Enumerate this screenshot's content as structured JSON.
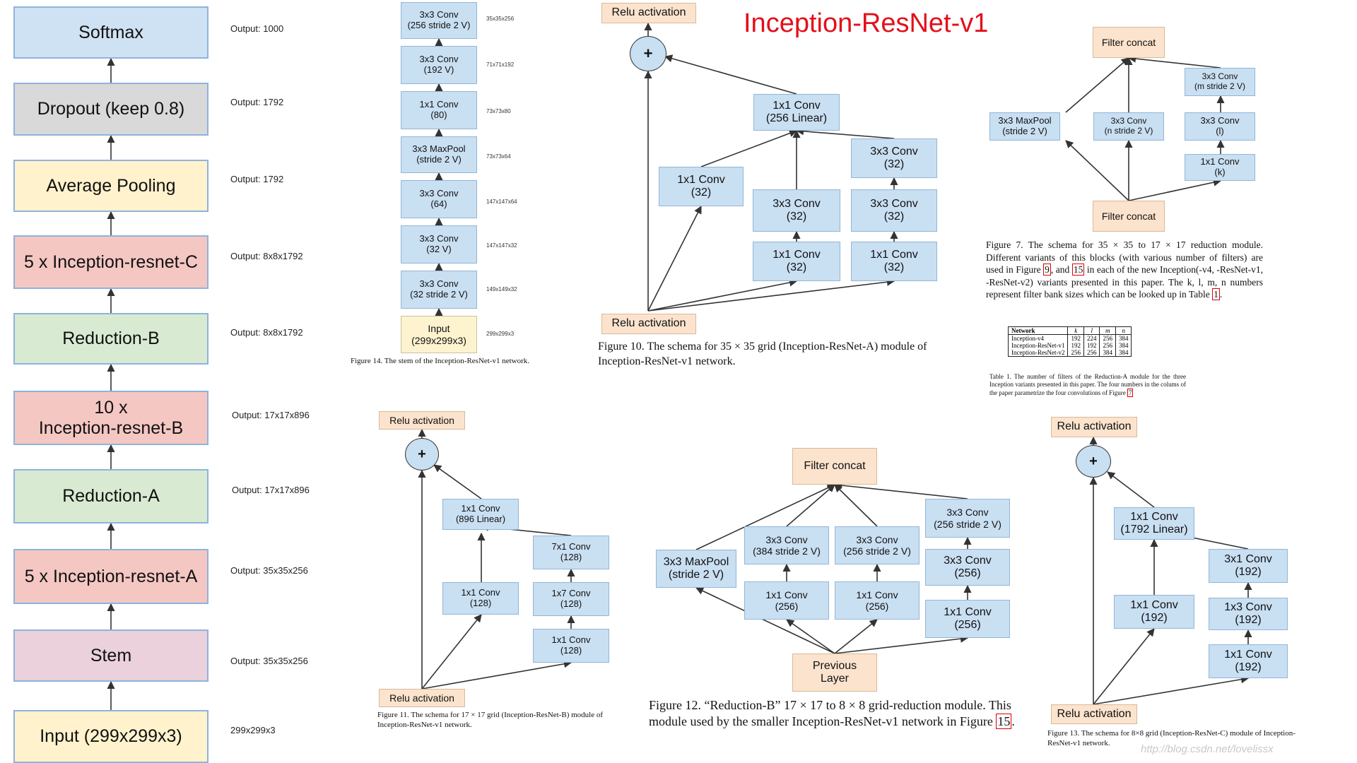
{
  "title": "Inception-ResNet-v1",
  "watermark": "http://blog.csdn.net/lovelissx",
  "colors": {
    "title": "#e3101a",
    "box_blue": "#c9dff2",
    "box_peach": "#fbe3cd",
    "box_cream": "#fdf3cf"
  },
  "overview": {
    "blocks": [
      {
        "label": "Softmax",
        "output": "Output: 1000",
        "color": "#cfe2f3"
      },
      {
        "label": "Dropout (keep 0.8)",
        "output": "Output: 1792",
        "color": "#d9d9d9"
      },
      {
        "label": "Average Pooling",
        "output": "Output: 1792",
        "color": "#fff2cc"
      },
      {
        "label": "5 x Inception-resnet-C",
        "output": "Output: 8x8x1792",
        "color": "#f4c7c3"
      },
      {
        "label": "Reduction-B",
        "output": "Output: 8x8x1792",
        "color": "#d9ead3"
      },
      {
        "label": "10 x\nInception-resnet-B",
        "output": "Output: 17x17x896",
        "color": "#f4c7c3"
      },
      {
        "label": "Reduction-A",
        "output": "Output: 17x17x896",
        "color": "#d9ead3"
      },
      {
        "label": "5 x Inception-resnet-A",
        "output": "Output: 35x35x256",
        "color": "#f4c7c3"
      },
      {
        "label": "Stem",
        "output": "Output: 35x35x256",
        "color": "#ead1dc"
      },
      {
        "label": "Input (299x299x3)",
        "output": "299x299x3",
        "color": "#fff2cc"
      }
    ]
  },
  "stem": {
    "blocks": [
      {
        "label": "3x3 Conv\n(256 stride 2 V)",
        "size": "35x35x256"
      },
      {
        "label": "3x3 Conv\n(192 V)",
        "size": "71x71x192"
      },
      {
        "label": "1x1 Conv\n(80)",
        "size": "73x73x80"
      },
      {
        "label": "3x3 MaxPool\n(stride 2 V)",
        "size": "73x73x64"
      },
      {
        "label": "3x3 Conv\n(64)",
        "size": "147x147x64"
      },
      {
        "label": "3x3 Conv\n(32 V)",
        "size": "147x147x32"
      },
      {
        "label": "3x3 Conv\n(32 stride 2 V)",
        "size": "149x149x32"
      },
      {
        "label": "Input\n(299x299x3)",
        "size": "299x299x3"
      }
    ],
    "caption": "Figure 14. The stem of the Inception-ResNet-v1 network."
  },
  "fig10": {
    "relu_top": "Relu activation",
    "plus": "+",
    "linear": "1x1 Conv\n(256 Linear)",
    "b1": "1x1 Conv\n(32)",
    "b2a": "3x3 Conv\n(32)",
    "b2b": "1x1 Conv\n(32)",
    "b3a": "3x3 Conv\n(32)",
    "b3b": "3x3 Conv\n(32)",
    "b3c": "1x1 Conv\n(32)",
    "relu_bottom": "Relu activation",
    "caption": "Figure 10. The schema for 35 × 35 grid (Inception-ResNet-A) module of Inception-ResNet-v1 network."
  },
  "fig7": {
    "concat_top": "Filter concat",
    "maxpool": "3x3 MaxPool\n(stride 2 V)",
    "conv_n": "3x3 Conv\n(n stride 2 V)",
    "conv_m": "3x3 Conv\n(m stride 2 V)",
    "conv_l": "3x3 Conv\n(l)",
    "conv_k": "1x1 Conv\n(k)",
    "concat_bottom": "Filter concat",
    "caption_a": "Figure 7. The schema for 35 × 35 to 17 × 17 reduction module. Different variants of this blocks (with various number of filters) are used in Figure ",
    "ref_a": "9",
    "caption_b": ", and ",
    "ref_b": "15",
    "caption_c": " in each of the new Inception(-v4, -ResNet-v1, -ResNet-v2) variants presented in this paper. The k, l, m, n numbers represent filter bank sizes which can be looked up in Table ",
    "ref_c": "1",
    "caption_d": "."
  },
  "table1": {
    "headers": [
      "Network",
      "k",
      "l",
      "m",
      "n"
    ],
    "rows": [
      [
        "Inception-v4",
        "192",
        "224",
        "256",
        "384"
      ],
      [
        "Inception-ResNet-v1",
        "192",
        "192",
        "256",
        "384"
      ],
      [
        "Inception-ResNet-v2",
        "256",
        "256",
        "384",
        "384"
      ]
    ],
    "caption_a": "Table 1. The number of filters of the Reduction-A module for the three Inception variants presented in this paper. The four numbers in the colums of the paper parametrize the four convolutions of Figure ",
    "ref": "7"
  },
  "fig11": {
    "relu_top": "Relu activation",
    "plus": "+",
    "linear": "1x1 Conv\n(896 Linear)",
    "b1": "1x1 Conv\n(128)",
    "b2a": "7x1 Conv\n(128)",
    "b2b": "1x7 Conv\n(128)",
    "b2c": "1x1 Conv\n(128)",
    "relu_bottom": "Relu activation",
    "caption": "Figure 11. The schema for 17 × 17 grid (Inception-ResNet-B) module of Inception-ResNet-v1 network."
  },
  "fig12": {
    "concat": "Filter concat",
    "maxpool": "3x3 MaxPool\n(stride 2 V)",
    "c384": "3x3 Conv\n(384 stride 2 V)",
    "c256s": "3x3 Conv\n(256 stride 2 V)",
    "c256s_r": "3x3 Conv\n(256 stride 2 V)",
    "c1": "1x1 Conv\n(256)",
    "c2": "1x1 Conv\n(256)",
    "c3": "3x3 Conv\n(256)",
    "c4": "1x1 Conv\n(256)",
    "prev": "Previous\nLayer",
    "caption_a": "Figure 12. “Reduction-B” 17 × 17 to 8 × 8 grid-reduction module. This module used by the smaller Inception-ResNet-v1 network in Figure ",
    "ref": "15",
    "caption_b": "."
  },
  "fig13": {
    "relu_top": "Relu activation",
    "plus": "+",
    "linear": "1x1 Conv\n(1792 Linear)",
    "b1": "1x1 Conv\n(192)",
    "b2a": "3x1 Conv\n(192)",
    "b2b": "1x3 Conv\n(192)",
    "b2c": "1x1 Conv\n(192)",
    "relu_bottom": "Relu activation",
    "caption": "Figure 13. The schema for 8×8 grid (Inception-ResNet-C) module of Inception-ResNet-v1 network."
  }
}
